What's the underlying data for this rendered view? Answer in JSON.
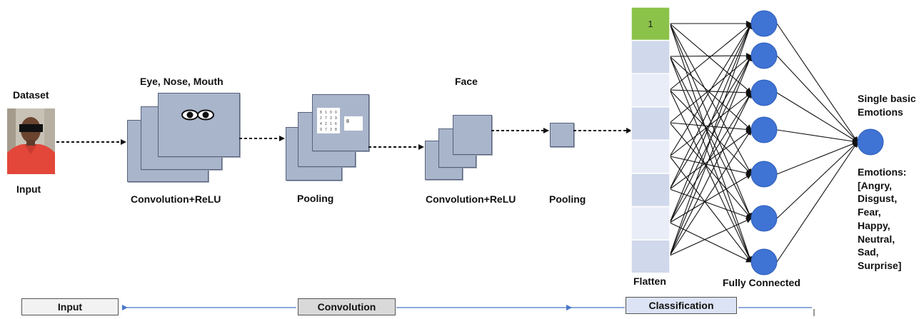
{
  "labels": {
    "dataset": "Dataset",
    "input": "Input",
    "eye_nose_mouth": "Eye, Nose, Mouth",
    "conv_relu_1": "Convolution+ReLU",
    "pooling_1": "Pooling",
    "face": "Face",
    "conv_relu_2": "Convolution+ReLU",
    "pooling_2": "Pooling",
    "flatten": "Flatten",
    "fully_connected": "Fully Connected",
    "single_basic": "Single basic",
    "emotions_word": "Emotions"
  },
  "flatten_first_cell": "1",
  "pool_grid": [
    "8",
    "1",
    "0",
    "0",
    "2",
    "7",
    "3",
    "9",
    "4",
    "2",
    "1",
    "6",
    "9",
    "7",
    "3",
    "8"
  ],
  "pool_result": "8",
  "emotions": {
    "heading": "Emotions:",
    "list": [
      "[Angry,",
      "Disgust,",
      "Fear,",
      "Happy,",
      "Neutral,",
      "Sad,",
      "Surprise]"
    ]
  },
  "bottom_bar": {
    "input": "Input",
    "convolution": "Convolution",
    "classification": "Classification"
  },
  "colors": {
    "feature_map": "#a9b5cb",
    "flatten_highlight": "#8bc34a",
    "neuron": "#3f73d4",
    "classification_bar": "#dbe3f4"
  }
}
